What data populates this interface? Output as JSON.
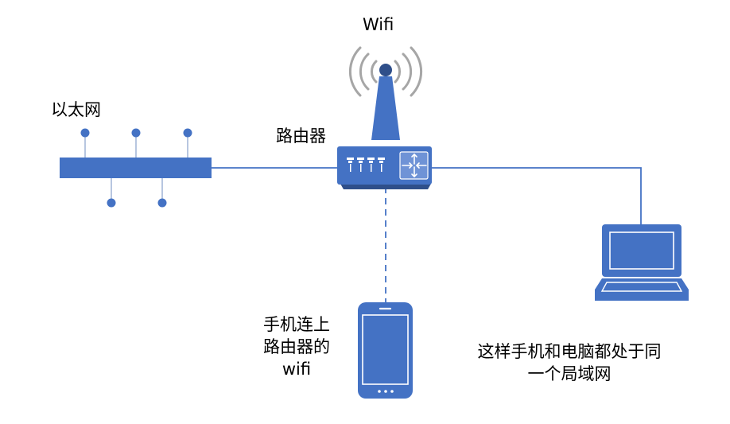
{
  "colors": {
    "accent": "#4472c4",
    "accent_dark": "#2f4f8a",
    "text": "#000000"
  },
  "labels": {
    "wifi": "Wifi",
    "ethernet": "以太网",
    "router": "路由器",
    "phone_line1": "手机连上",
    "phone_line2": "路由器的",
    "phone_line3": "wifi",
    "lan_line1": "这样手机和电脑都处于同",
    "lan_line2": "一个局域网"
  },
  "icons": {
    "wifi_signal": "wifi-signal-icon",
    "router": "router-icon",
    "smartphone": "smartphone-icon",
    "laptop": "laptop-icon",
    "ethernet_bus": "ethernet-bus-icon"
  }
}
